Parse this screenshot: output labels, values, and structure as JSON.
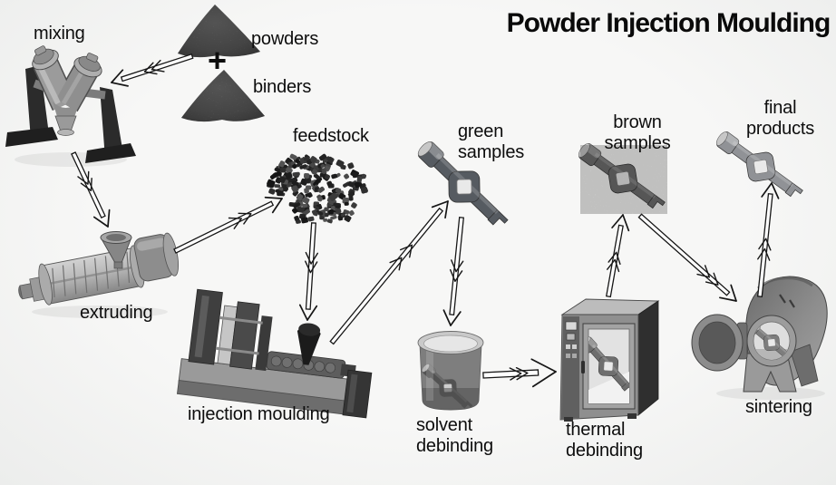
{
  "title": "Powder Injection Moulding",
  "materials": {
    "powders_label": "powders",
    "plus_sign": "+",
    "binders_label": "binders"
  },
  "stages": {
    "mixing": "mixing",
    "feedstock": "feedstock",
    "extruding": "extruding",
    "injection_moulding": "injection moulding",
    "green_samples": "green\nsamples",
    "solvent_debinding": "solvent\ndebinding",
    "thermal_debinding": "thermal\ndebinding",
    "brown_samples": "brown\nsamples",
    "sintering": "sintering",
    "final_products": "final\nproducts"
  },
  "flow": [
    {
      "from": "powders_binders",
      "to": "mixing"
    },
    {
      "from": "mixing",
      "to": "extruding"
    },
    {
      "from": "extruding",
      "to": "feedstock"
    },
    {
      "from": "feedstock",
      "to": "injection_moulding"
    },
    {
      "from": "injection_moulding",
      "to": "green_samples"
    },
    {
      "from": "green_samples",
      "to": "solvent_debinding"
    },
    {
      "from": "solvent_debinding",
      "to": "thermal_debinding"
    },
    {
      "from": "thermal_debinding",
      "to": "brown_samples"
    },
    {
      "from": "brown_samples",
      "to": "sintering"
    },
    {
      "from": "sintering",
      "to": "final_products"
    }
  ],
  "colors": {
    "background": "#f4f4f3",
    "text": "#0d0d0d",
    "machine_grey": "#8f8f8f",
    "dark_grey": "#2e2e2e",
    "arrow_outline": "#161616"
  }
}
